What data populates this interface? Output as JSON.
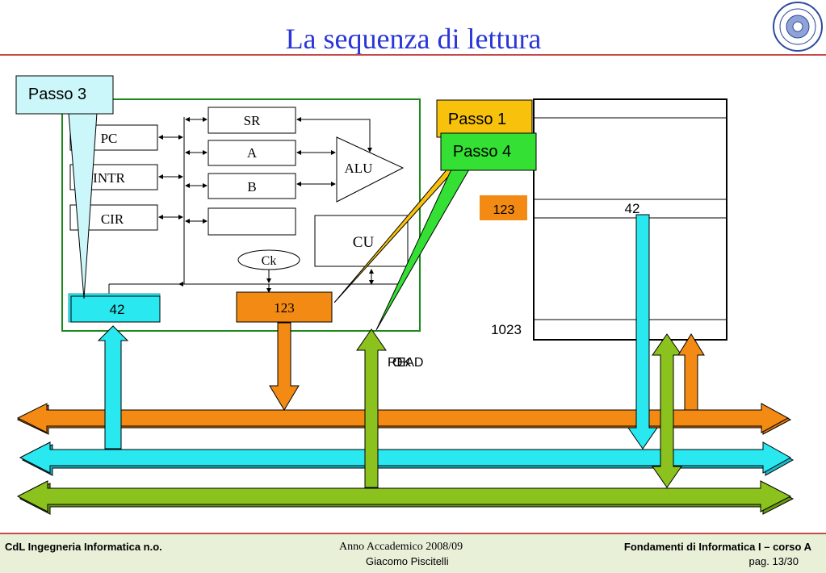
{
  "slide": {
    "title": "La sequenza di lettura",
    "logo": "university-seal"
  },
  "cpu": {
    "registers": [
      "PC",
      "INTR",
      "CIR"
    ],
    "internal_registers": [
      "SR",
      "A",
      "B",
      ""
    ],
    "alu_label": "ALU",
    "cu_label": "CU",
    "clock_label": "Ck",
    "mar_value": "42",
    "mdr_value": "123"
  },
  "memory": {
    "cell_value": "42",
    "address_label": "1023",
    "data_value": "123"
  },
  "bus": {
    "control_label": "READ",
    "control_label_overlap": "OK"
  },
  "callouts": {
    "passo1": "Passo 1",
    "passo3": "Passo 3",
    "passo4": "Passo 4"
  },
  "colors": {
    "title": "#2a36d6",
    "address_bus": "#29e8f0",
    "data_bus": "#f28a13",
    "control_bus": "#8bc21e",
    "callout_yellow": "#f8c20c",
    "callout_green": "#33e033",
    "callout_cyan": "#ccf7fa"
  },
  "footer": {
    "left": "CdL Ingegneria Informatica n.o.",
    "center_line1": "Anno Accademico 2008/09",
    "center_line2": "Giacomo Piscitelli",
    "right_line1": "Fondamenti di Informatica I – corso A",
    "right_line2": "pag. 13/30"
  }
}
